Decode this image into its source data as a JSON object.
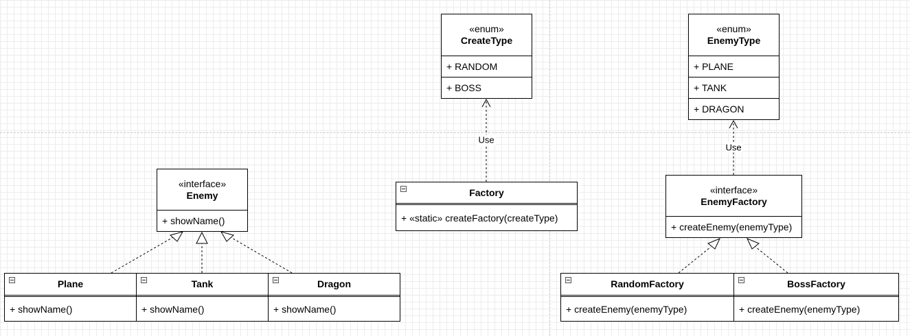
{
  "classes": {
    "create_type": {
      "stereotype": "«enum»",
      "name": "CreateType",
      "members": [
        "+ RANDOM",
        "+ BOSS"
      ]
    },
    "enemy_type": {
      "stereotype": "«enum»",
      "name": "EnemyType",
      "members": [
        "+ PLANE",
        "+ TANK",
        "+ DRAGON"
      ]
    },
    "enemy": {
      "stereotype": "«interface»",
      "name": "Enemy",
      "members": [
        "+ showName()"
      ]
    },
    "factory": {
      "name": "Factory",
      "members": [
        "+ «static» createFactory(createType)"
      ]
    },
    "enemy_factory": {
      "stereotype": "«interface»",
      "name": "EnemyFactory",
      "members": [
        "+ createEnemy(enemyType)"
      ]
    },
    "plane": {
      "name": "Plane",
      "members": [
        "+ showName()"
      ]
    },
    "tank": {
      "name": "Tank",
      "members": [
        "+ showName()"
      ]
    },
    "dragon": {
      "name": "Dragon",
      "members": [
        "+ showName()"
      ]
    },
    "random_factory": {
      "name": "RandomFactory",
      "members": [
        "+ createEnemy(enemyType)"
      ]
    },
    "boss_factory": {
      "name": "BossFactory",
      "members": [
        "+ createEnemy(enemyType)"
      ]
    }
  },
  "links": {
    "factory_uses_create_type": "Use",
    "enemy_factory_uses_enemy_type": "Use"
  }
}
